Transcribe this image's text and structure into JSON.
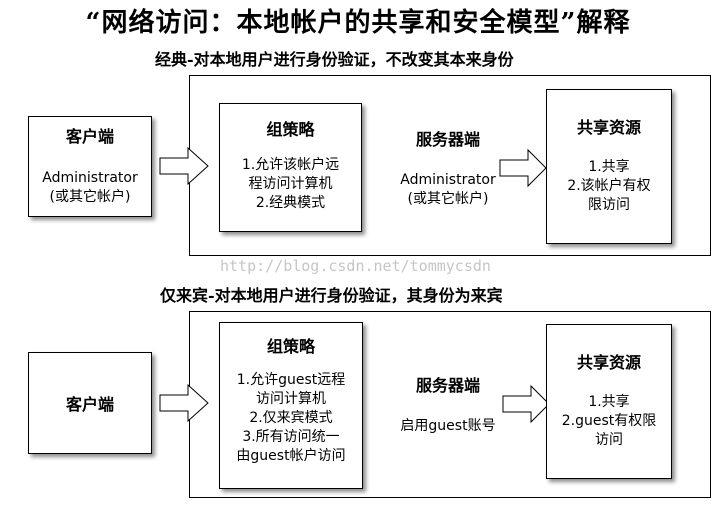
{
  "title": "“网络访问：本地帐户的共享和安全模型”解释",
  "watermark": "http://blog.csdn.net/tommycsdn",
  "classic": {
    "label": "经典-对本地用户进行身份验证，不改变其本来身份",
    "client": {
      "title": "客户端",
      "line1": "Administrator",
      "line2": "(或其它帐户)"
    },
    "policy": {
      "title": "组策略",
      "line1": "1.允许该帐户远",
      "line2": "程访问计算机",
      "line3": "2.经典模式"
    },
    "server": {
      "title": "服务器端",
      "line1": "Administrator",
      "line2": "(或其它帐户)"
    },
    "share": {
      "title": "共享资源",
      "line1": "1.共享",
      "line2": "2.该帐户有权",
      "line3": "限访问"
    }
  },
  "guest": {
    "label": "仅来宾-对本地用户进行身份验证，其身份为来宾",
    "client": {
      "title": "客户端"
    },
    "policy": {
      "title": "组策略",
      "line1": "1.允许guest远程",
      "line2": "访问计算机",
      "line3": "2.仅来宾模式",
      "line4": "3.所有访问统一",
      "line5": "由guest帐户访问"
    },
    "server": {
      "title": "服务器端",
      "line1": "启用guest账号"
    },
    "share": {
      "title": "共享资源",
      "line1": "1.共享",
      "line2": "2.guest有权限",
      "line3": "访问"
    }
  }
}
